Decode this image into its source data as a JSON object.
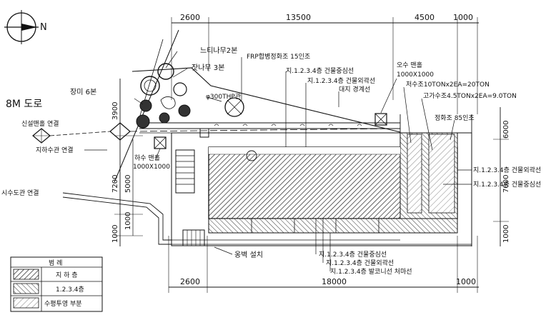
{
  "north": {
    "label": "N"
  },
  "road": {
    "label": "8M 도로"
  },
  "dims": {
    "top": [
      "2600",
      "13500",
      "4500",
      "1000"
    ],
    "bottom": [
      "2600",
      "18000",
      "1000"
    ],
    "left": [
      "3900",
      "7200",
      "5000",
      "1000",
      "1000"
    ],
    "right": [
      "6000",
      "7000",
      "1000"
    ]
  },
  "notes": {
    "tree_zelkova": "느티나무2본",
    "tree_pine": "잣나무 3본",
    "tree_rose": "장미 6본",
    "frp_tank": "FRP합병정화조 15인조",
    "pipe": "φ300THP관",
    "bldg_line": "지.1.2.3.4층 건물중심선",
    "bldg_outer": "지.1.2.3.4층 건물외곽선",
    "site_line": "대지 경계선",
    "sewage_hole_title": "오수 맨홀",
    "sewage_hole_size": "1000X1000",
    "water_tank": "저수조10TONx2EA=20TON",
    "elev_tank": "고가수조4.5TONx2EA=9.0TON",
    "septic": "정화조 85인조",
    "drain_hole_title": "하수 맨홀",
    "drain_hole_size": "1000X1000",
    "inlet_conn": "신설맨홀 연결",
    "sewer_conn": "지하수관 연결",
    "city_conn": "시수도관 연결",
    "retaining": "옹벽 설치",
    "right_outer": "지.1.2.3.4층 건물외곽선",
    "right_center": "지.1.2.3.4층 건물중심선",
    "bottom_center": "지.1.2.3.4층 건물중심선",
    "bottom_outer": "지.1.2.3.4층 건물외곽선",
    "bottom_balcony": "지.1.2.3.4층 발코니선 처마선"
  },
  "legend": {
    "title": "범 례",
    "items": [
      {
        "label": "지 하 층"
      },
      {
        "label": "1.2.3.4층"
      },
      {
        "label": "수평투영 부분"
      }
    ]
  }
}
